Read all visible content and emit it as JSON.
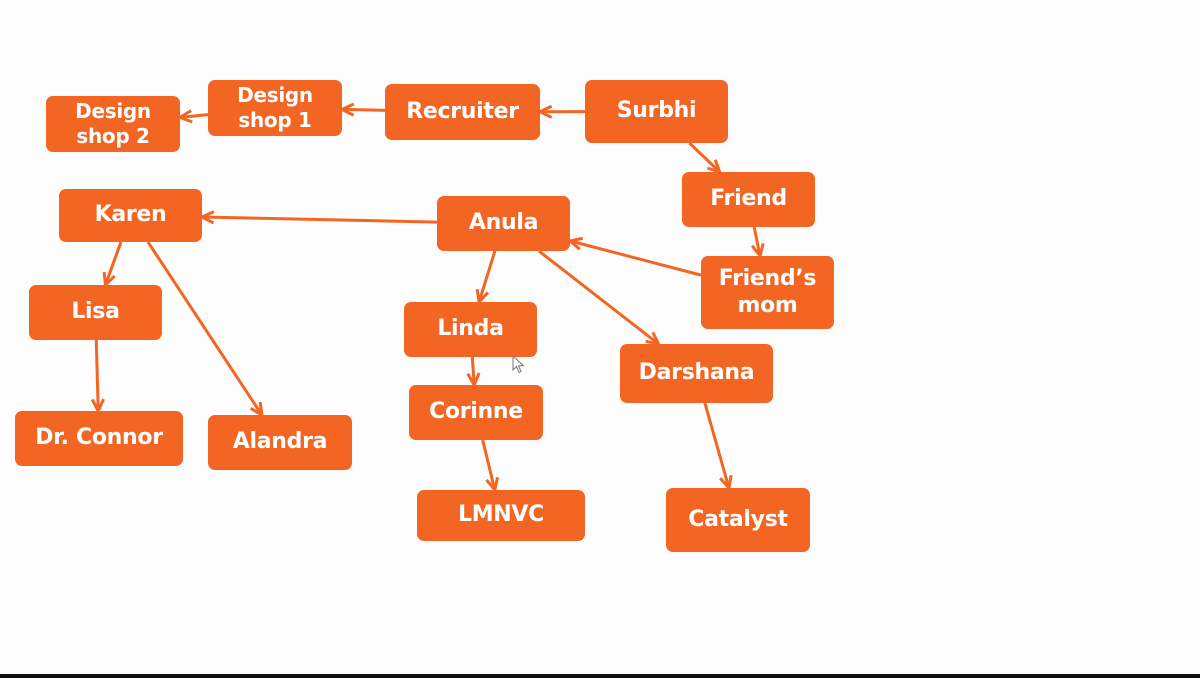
{
  "diagram": {
    "accent_color": "#f26522",
    "text_color": "#ffffff",
    "nodes": [
      {
        "id": "design-shop-2",
        "label": "Design\nshop 2"
      },
      {
        "id": "design-shop-1",
        "label": "Design\nshop 1"
      },
      {
        "id": "recruiter",
        "label": "Recruiter"
      },
      {
        "id": "surbhi",
        "label": "Surbhi"
      },
      {
        "id": "friend",
        "label": "Friend"
      },
      {
        "id": "friends-mom",
        "label": "Friend’s\nmom"
      },
      {
        "id": "karen",
        "label": "Karen"
      },
      {
        "id": "anula",
        "label": "Anula"
      },
      {
        "id": "lisa",
        "label": "Lisa"
      },
      {
        "id": "linda",
        "label": "Linda"
      },
      {
        "id": "darshana",
        "label": "Darshana"
      },
      {
        "id": "corinne",
        "label": "Corinne"
      },
      {
        "id": "dr-connor",
        "label": "Dr. Connor"
      },
      {
        "id": "alandra",
        "label": "Alandra"
      },
      {
        "id": "lmnvc",
        "label": "LMNVC"
      },
      {
        "id": "catalyst",
        "label": "Catalyst"
      }
    ],
    "edges": [
      {
        "from": "surbhi",
        "to": "recruiter"
      },
      {
        "from": "recruiter",
        "to": "design-shop-1"
      },
      {
        "from": "design-shop-1",
        "to": "design-shop-2"
      },
      {
        "from": "surbhi",
        "to": "friend"
      },
      {
        "from": "friend",
        "to": "friends-mom"
      },
      {
        "from": "friends-mom",
        "to": "anula"
      },
      {
        "from": "anula",
        "to": "karen"
      },
      {
        "from": "anula",
        "to": "linda"
      },
      {
        "from": "anula",
        "to": "darshana"
      },
      {
        "from": "karen",
        "to": "lisa"
      },
      {
        "from": "karen",
        "to": "alandra"
      },
      {
        "from": "lisa",
        "to": "dr-connor"
      },
      {
        "from": "linda",
        "to": "corinne"
      },
      {
        "from": "corinne",
        "to": "lmnvc"
      },
      {
        "from": "darshana",
        "to": "catalyst"
      }
    ]
  }
}
